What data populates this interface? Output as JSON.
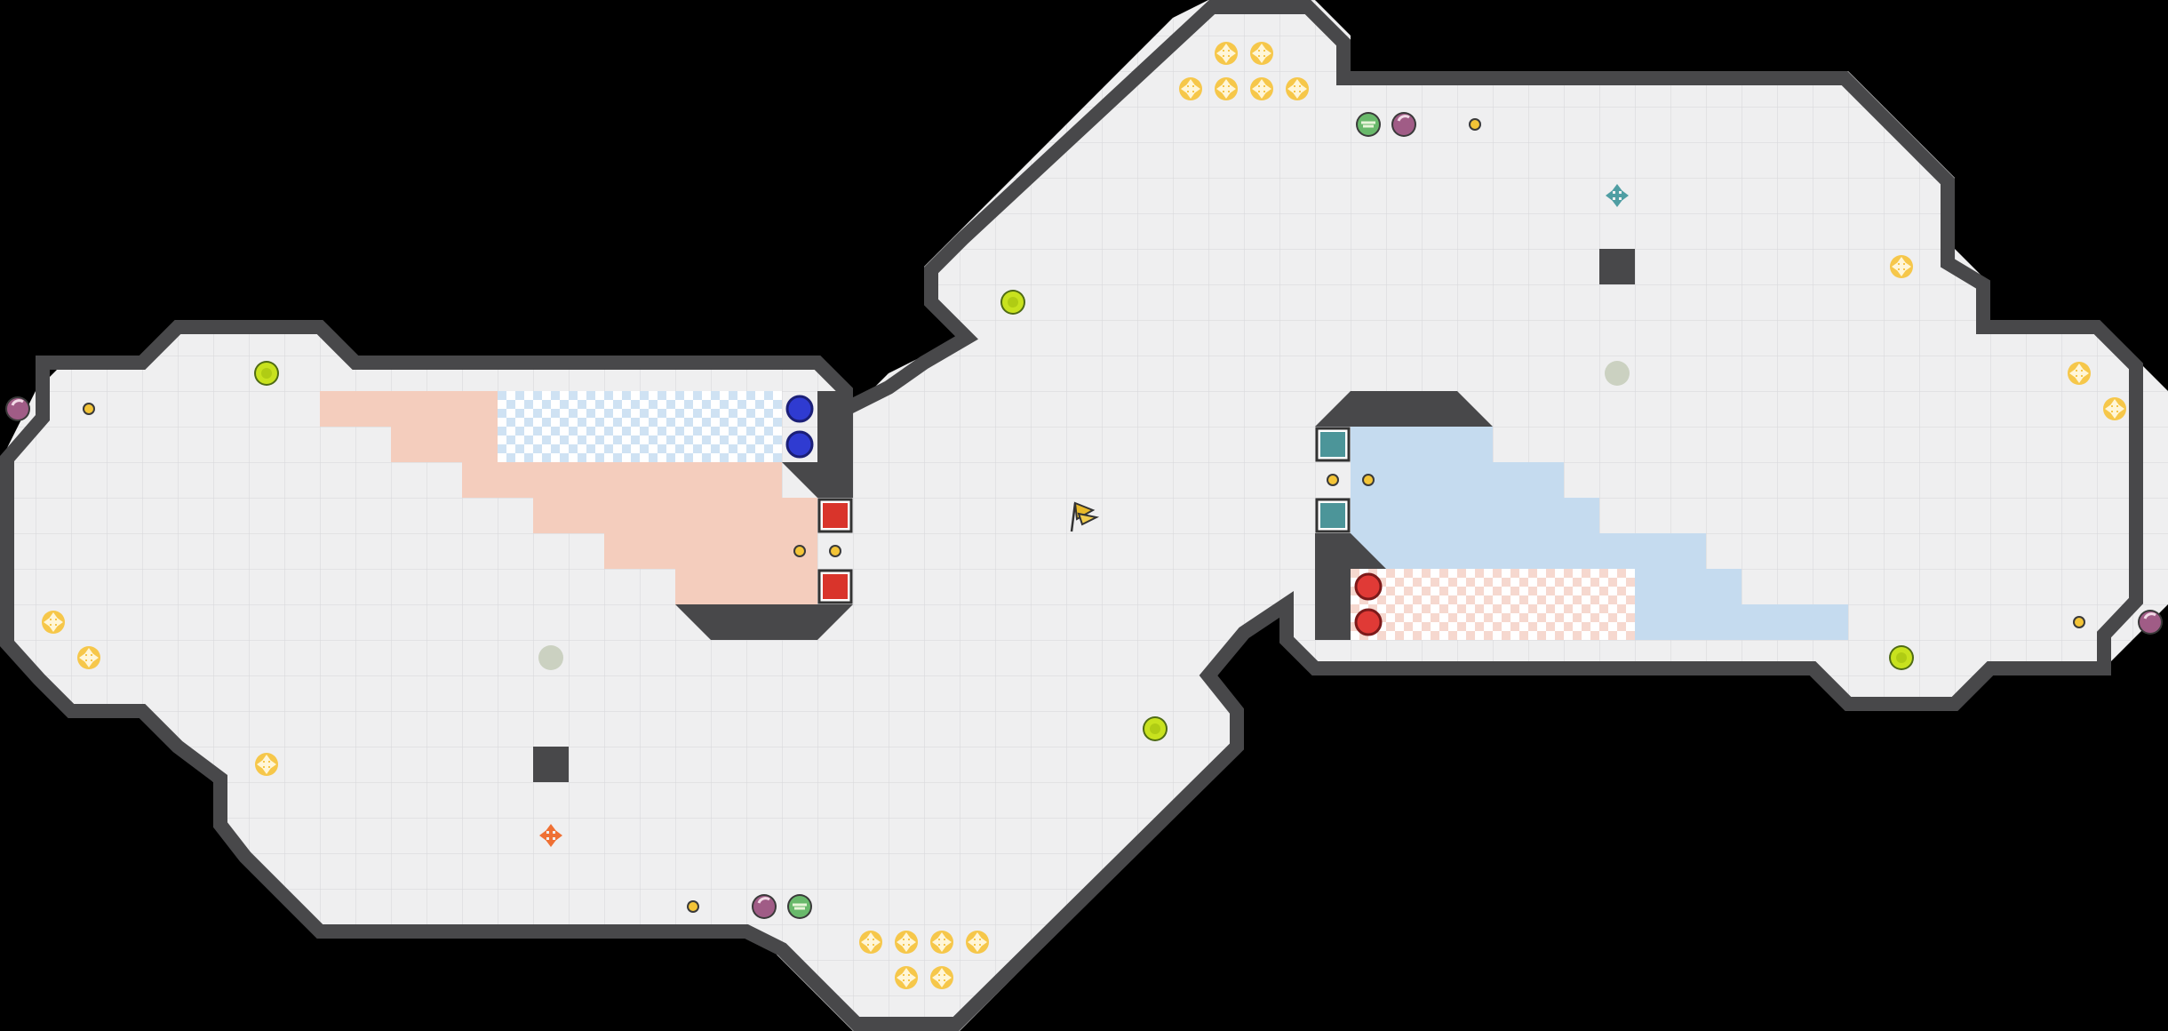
{
  "game": {
    "title": "",
    "map": "capture-the-flag-arena"
  },
  "colors": {
    "background": "#000000",
    "floor": "#efeff0",
    "grid": "#d8d8da",
    "wall": "#4a4a4c",
    "wall_edge": "#2f2f31",
    "red_team_zone": "#f4cdbd",
    "blue_team_zone": "#c5dbef",
    "red_checker_a": "#fbe3dc",
    "red_checker_b": "#ffffff",
    "blue_checker_a": "#d7e7f6",
    "blue_checker_b": "#ffffff",
    "red_player": "#e03a36",
    "blue_player": "#2f3bd1",
    "flag": "#e8b92a",
    "boost": "#f4c33c",
    "powerup_green": "#c9e21f",
    "bomb": "#9a4d7a",
    "jukejuice": "#5ab06a",
    "teal_gate": "#3f8f93",
    "red_gate": "#d9342b",
    "portal": "#f1c232",
    "orange_boost": "#ef7034",
    "teal_boost": "#4f9ea3"
  },
  "entities": {
    "flag": {
      "team": "neutral",
      "icon": "flag-icon"
    },
    "red_players": 2,
    "blue_players": 2,
    "red_gates": 2,
    "teal_gates": 2,
    "boosts_yellow": 18,
    "boost_orange": 1,
    "boost_teal": 1,
    "powerups": 6,
    "bombs": 4,
    "jukejuice": 2,
    "portals": 8,
    "spikes": 0
  }
}
